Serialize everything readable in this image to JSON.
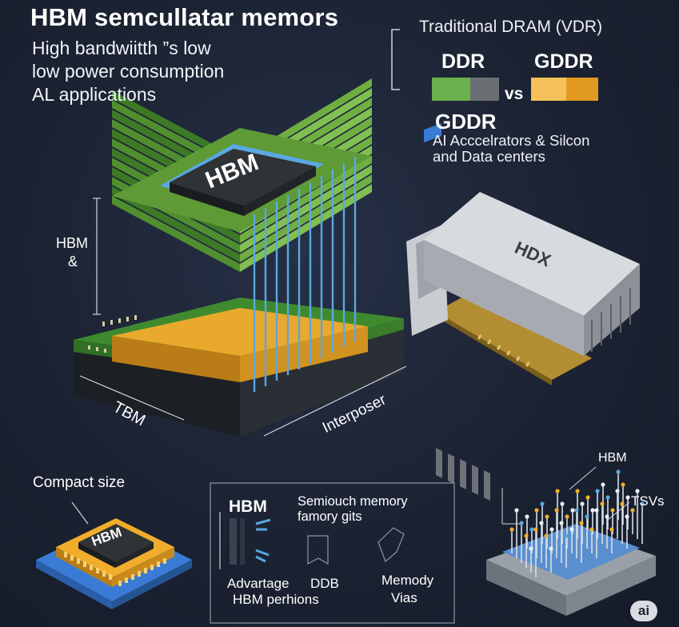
{
  "header": {
    "title": "HBM semcullatar memors",
    "subtitle_lines": [
      "High bandwiitth ”s low",
      "low power consumption",
      "AL applications"
    ]
  },
  "comparison": {
    "heading": "Traditional DRAM (VDR)",
    "left_label": "DDR",
    "right_label": "GDDR",
    "vs_label": "vs",
    "sub_heading": "GDDR",
    "description_lines": [
      "AI Acccelrators & Silcon",
      "and Data centers"
    ],
    "colors": {
      "ddr_green": "#6ab04c",
      "ddr_gray": "#6b6f74",
      "gddr_orange": "#f0b03c"
    }
  },
  "stack_diagram": {
    "chip_label": "HBM",
    "side_label_lines": [
      "HBM",
      "&"
    ],
    "bottom_left_label": "TBM",
    "bottom_right_label": "Interposer",
    "colors": {
      "layer_green": "#5e9a35",
      "interposer_orange": "#e9a92d",
      "tsv_blue": "#5aa8e0",
      "chip_dark": "#2f3336"
    }
  },
  "graphics_card": {
    "brand_label": "HDX"
  },
  "compact": {
    "label": "Compact size",
    "chip_label": "HBM",
    "colors": {
      "package_orange": "#f0ad2c",
      "base_blue": "#3a7bd5"
    }
  },
  "info_box": {
    "heading": "HBM",
    "semi_lines": [
      "Semiouch memory",
      "famory gits"
    ],
    "advantage_lines": [
      "Advartage",
      "HBM perhions"
    ],
    "ddb_label": "DDB",
    "memory_lines": [
      "Memody",
      "Vias"
    ]
  },
  "tsv_diagram": {
    "top_label": "HBM",
    "side_label": "TSVs"
  },
  "badge": {
    "text": "ai"
  }
}
